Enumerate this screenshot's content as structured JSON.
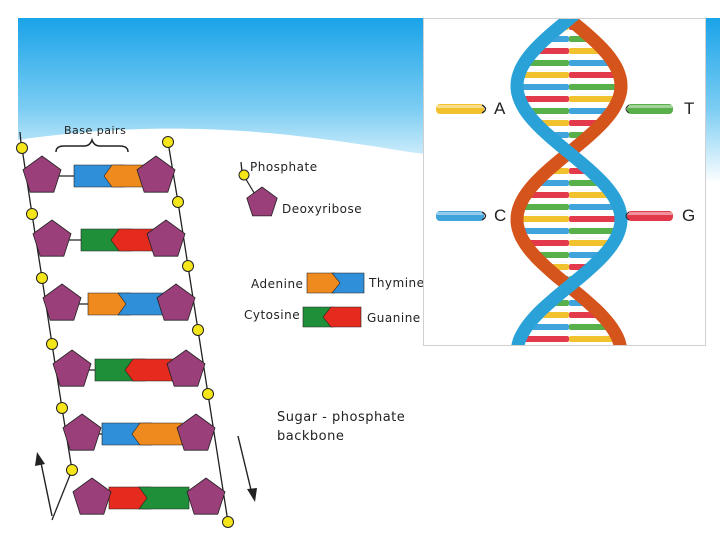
{
  "diagram": {
    "labels": {
      "base_pairs": "Base pairs",
      "phosphate": "Phosphate",
      "deoxyribose": "Deoxyribose",
      "adenine": "Adenine",
      "thymine": "Thymine",
      "cytosine": "Cytosine",
      "guanine": "Guanine",
      "backbone_line1": "Sugar - phosphate",
      "backbone_line2": "backbone"
    },
    "colors": {
      "sugar": "#9b3f7a",
      "phosphate": "#f5e61a",
      "adenine": "#ef8a1e",
      "thymine": "#2f8fd8",
      "cytosine": "#1f8f3a",
      "guanine": "#e52b1e",
      "helix_orange": "#d4541c",
      "helix_blue": "#2aa2d8",
      "slide_accent": "#1aa3e8"
    },
    "rungs": [
      {
        "left": "thymine",
        "right": "adenine"
      },
      {
        "left": "cytosine",
        "right": "guanine"
      },
      {
        "left": "adenine",
        "right": "thymine"
      },
      {
        "left": "cytosine",
        "right": "guanine"
      },
      {
        "left": "thymine",
        "right": "adenine"
      },
      {
        "left": "guanine",
        "right": "cytosine"
      }
    ],
    "helix_letters": {
      "a": "A",
      "t": "T",
      "c": "C",
      "g": "G"
    }
  }
}
